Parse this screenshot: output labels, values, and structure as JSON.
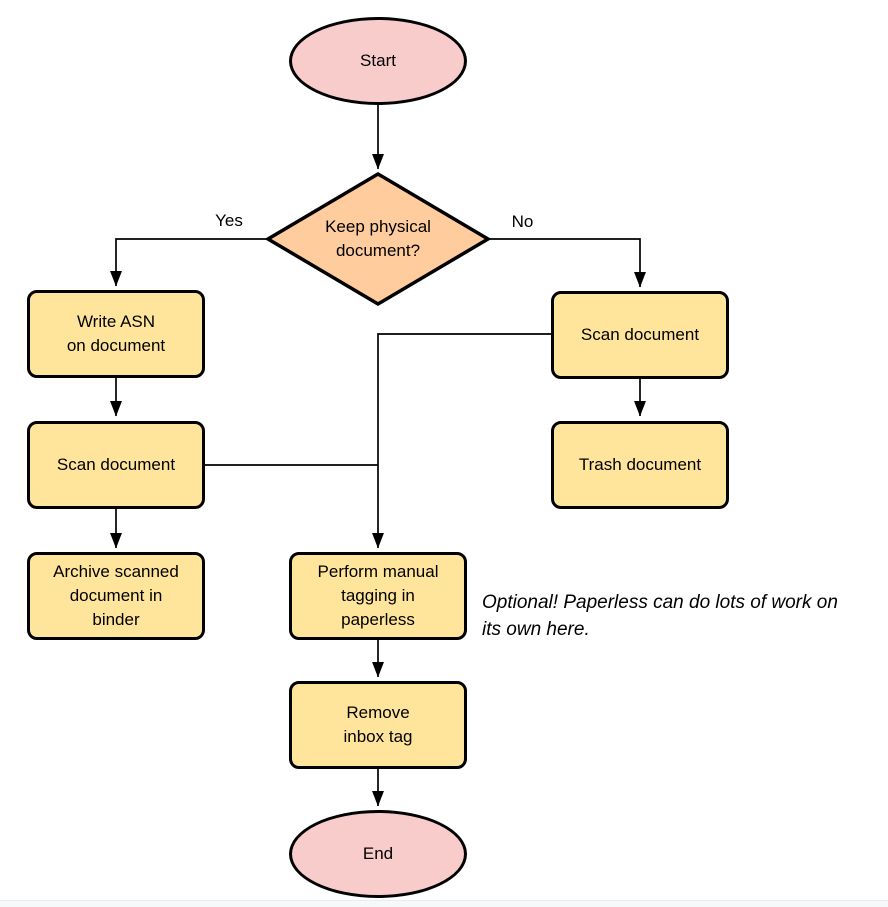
{
  "diagram": {
    "nodes": {
      "start": {
        "label": "Start"
      },
      "decision": {
        "label": "Keep physical\ndocument?"
      },
      "write_asn": {
        "label": "Write ASN\non document"
      },
      "scan_left": {
        "label": "Scan document"
      },
      "archive": {
        "label": "Archive scanned\ndocument in\nbinder"
      },
      "scan_right": {
        "label": "Scan document"
      },
      "trash": {
        "label": "Trash document"
      },
      "tagging": {
        "label": "Perform manual\ntagging in\npaperless"
      },
      "remove_inbox": {
        "label": "Remove\ninbox tag"
      },
      "end": {
        "label": "End"
      }
    },
    "edge_labels": {
      "yes": "Yes",
      "no": "No"
    },
    "annotation": "Optional! Paperless can do lots of work on\nits own here.",
    "colors": {
      "terminal-fill": "#F8CCCA",
      "decision-fill": "#FFCC9E",
      "process-fill": "#FFE59B",
      "shape-border": "#000000",
      "connector": "#000000"
    }
  }
}
